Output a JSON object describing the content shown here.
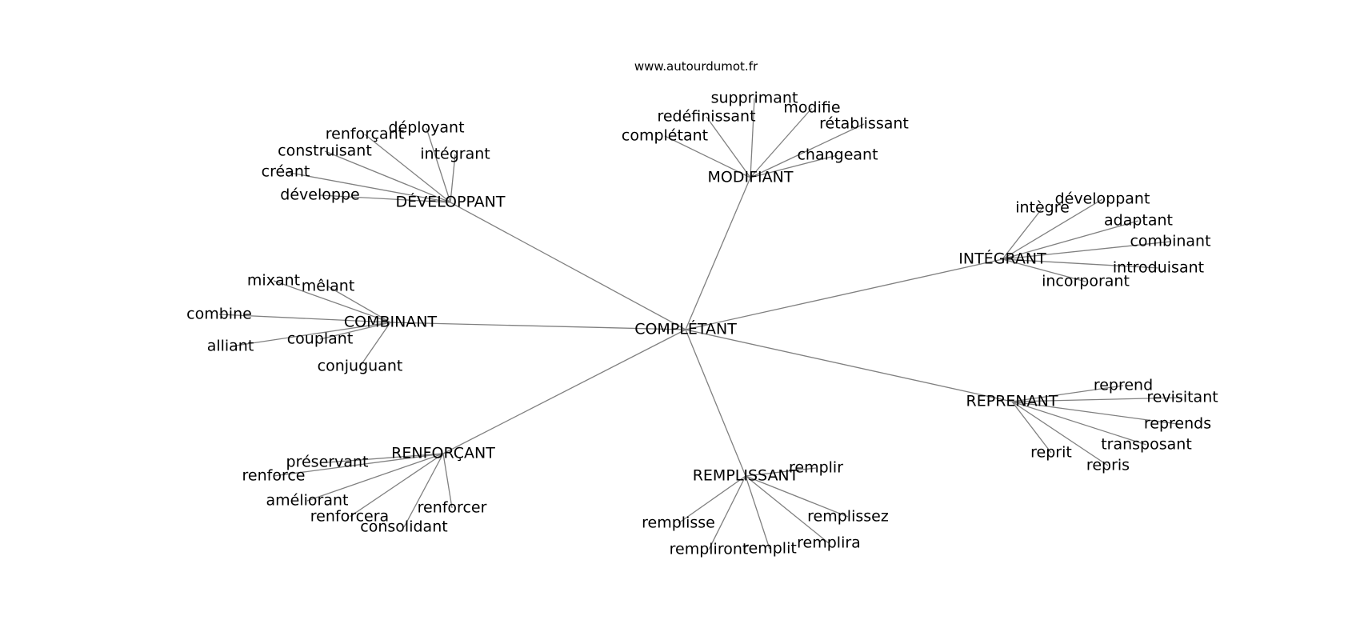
{
  "source": "www.autourdumot.fr",
  "center": "COMPLÉTANT",
  "clusters": [
    {
      "hub": "MODIFIANT",
      "leaves": [
        "supprimant",
        "modifie",
        "rétablissant",
        "redéfinissant",
        "complétant",
        "changeant"
      ]
    },
    {
      "hub": "DÉVELOPPANT",
      "leaves": [
        "déployant",
        "renforçant",
        "construisant",
        "intégrant",
        "créant",
        "développe"
      ]
    },
    {
      "hub": "INTÉGRANT",
      "leaves": [
        "développant",
        "intègre",
        "adaptant",
        "combinant",
        "introduisant",
        "incorporant"
      ]
    },
    {
      "hub": "COMBINANT",
      "leaves": [
        "mixant",
        "mêlant",
        "combine",
        "couplant",
        "alliant",
        "conjuguant"
      ]
    },
    {
      "hub": "REPRENANT",
      "leaves": [
        "reprend",
        "revisitant",
        "reprends",
        "transposant",
        "reprit",
        "repris"
      ]
    },
    {
      "hub": "RENFORÇANT",
      "leaves": [
        "préservant",
        "renforce",
        "améliorant",
        "renforcer",
        "renforcera",
        "consolidant"
      ]
    },
    {
      "hub": "REMPLISSANT",
      "leaves": [
        "remplir",
        "remplisse",
        "remplissez",
        "remplira",
        "rempliront",
        "remplit"
      ]
    }
  ]
}
